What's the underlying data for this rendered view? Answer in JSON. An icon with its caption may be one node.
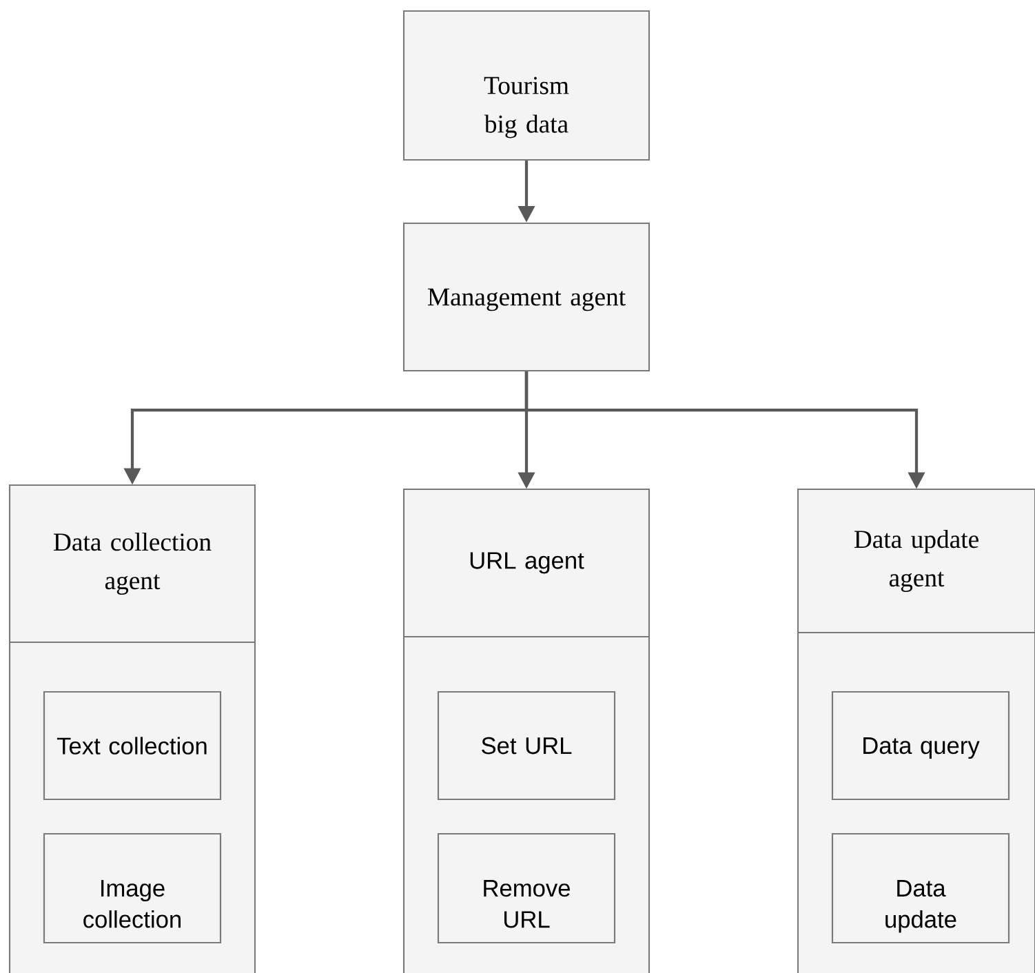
{
  "diagram": {
    "nodes": [
      {
        "text": [
          "Tourism big data"
        ]
      },
      {
        "text": [
          "Management agent"
        ]
      },
      {
        "text": [
          "Data collection agent"
        ]
      },
      {
        "text": [
          "Text collection"
        ],
        "in": 2
      },
      {
        "text": [
          "Image collection"
        ],
        "in": 2
      },
      {
        "text": [
          "URL agent"
        ]
      },
      {
        "text": [
          "Set URL"
        ],
        "in": 5
      },
      {
        "text": [
          "Remove URL"
        ],
        "in": 5
      },
      {
        "text": [
          "Data update agent"
        ]
      },
      {
        "text": [
          "Data query"
        ],
        "in": 8
      },
      {
        "text": [
          "Data update"
        ],
        "in": 8
      }
    ],
    "edges": [
      {
        "from": 0,
        "to": 1,
        "arrow": "to"
      },
      {
        "from": 1,
        "to": 2,
        "arrow": "to"
      },
      {
        "from": 1,
        "to": 5,
        "arrow": "to"
      },
      {
        "from": 1,
        "to": 8,
        "arrow": "to"
      }
    ]
  }
}
